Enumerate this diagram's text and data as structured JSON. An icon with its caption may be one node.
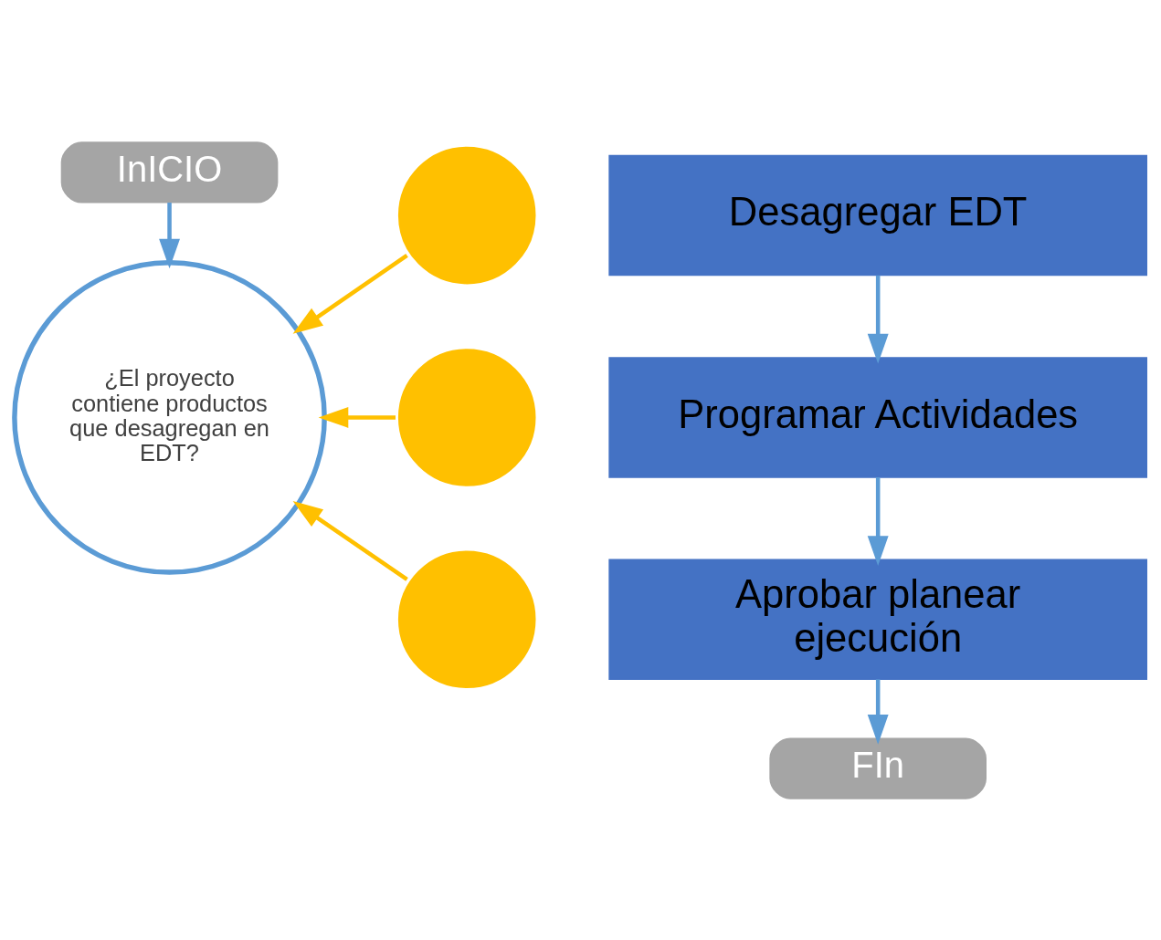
{
  "diagram": {
    "nodes": [
      {
        "text": [
          "InICIO"
        ]
      },
      {
        "text": [
          "¿El proyecto contiene productos que desagregan en EDT?"
        ]
      },
      {
        "text": [],
        "shape": "circle"
      },
      {
        "text": [
          "Desagregar EDT"
        ]
      },
      {
        "text": [],
        "shape": "circle"
      },
      {
        "text": [
          "Programar Actividades"
        ]
      },
      {
        "text": [],
        "shape": "circle"
      },
      {
        "text": [
          "Aprobar planear ejecución"
        ]
      },
      {
        "text": [
          "FIn"
        ]
      }
    ],
    "edges": [
      {
        "from": 0,
        "to": 1,
        "arrow": "to"
      },
      {
        "from": 2,
        "to": 1,
        "arrow": "to",
        "color": "#ffc000"
      },
      {
        "from": 4,
        "to": 1,
        "arrow": "to",
        "color": "#ffc000"
      },
      {
        "from": 6,
        "to": 1,
        "arrow": "to",
        "color": "#ffc000"
      },
      {
        "from": 3,
        "to": 5,
        "arrow": "to"
      },
      {
        "from": 5,
        "to": 7,
        "arrow": "to"
      },
      {
        "from": 7,
        "to": 8,
        "arrow": "to"
      }
    ]
  }
}
